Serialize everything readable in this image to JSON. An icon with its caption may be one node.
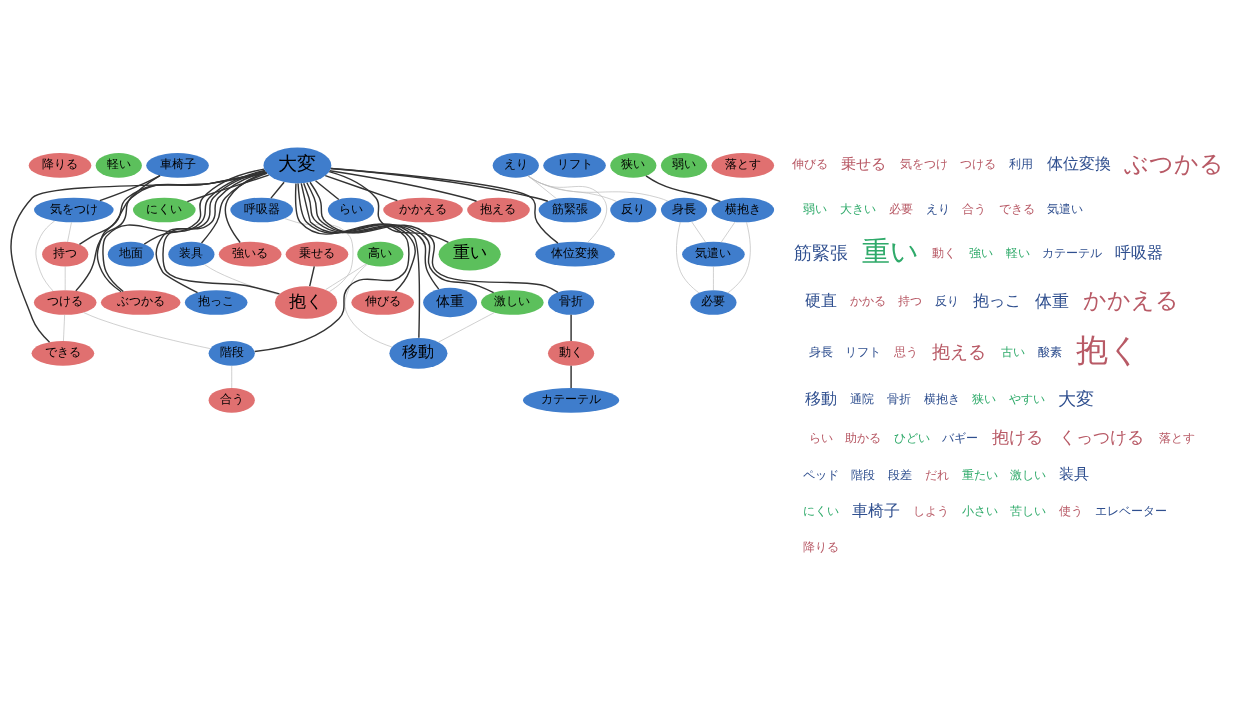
{
  "diagram": {
    "nodes": [
      {
        "text": [
          "落とす"
        ]
      },
      {
        "text": [
          "乗せる"
        ]
      },
      {
        "text": [
          "移動"
        ]
      },
      {
        "text": [
          "にくい"
        ]
      },
      {
        "text": [
          "激しい"
        ]
      },
      {
        "text": [
          "弱い"
        ]
      },
      {
        "text": [
          "高い"
        ]
      },
      {
        "text": [
          "地面"
        ]
      },
      {
        "text": [
          "抱っこ"
        ]
      },
      {
        "text": [
          "筋緊張"
        ]
      },
      {
        "text": [
          "抱く"
        ]
      },
      {
        "text": [
          "呼吸器"
        ]
      },
      {
        "text": [
          "強いる"
        ]
      },
      {
        "text": [
          "伸びる"
        ]
      },
      {
        "text": [
          "えり"
        ]
      },
      {
        "text": [
          "装具"
        ]
      },
      {
        "text": [
          "リフト"
        ]
      },
      {
        "text": [
          "大変"
        ]
      },
      {
        "text": [
          "ぶつかる"
        ]
      },
      {
        "text": [
          "らい"
        ]
      },
      {
        "text": [
          "体位変換"
        ]
      },
      {
        "text": [
          "反り"
        ]
      },
      {
        "text": [
          "車椅子"
        ]
      },
      {
        "text": [
          "体重"
        ]
      },
      {
        "text": [
          "かかえる"
        ]
      },
      {
        "text": [
          "気をつけ"
        ]
      },
      {
        "text": [
          "骨折"
        ]
      },
      {
        "text": [
          "重い"
        ]
      },
      {
        "text": [
          "狭い"
        ]
      },
      {
        "text": [
          "持つ"
        ]
      },
      {
        "text": [
          "抱える"
        ]
      },
      {
        "text": [
          "横抱き"
        ]
      },
      {
        "text": [
          "身長"
        ]
      },
      {
        "text": [
          "動く"
        ]
      },
      {
        "text": [
          "つける"
        ]
      },
      {
        "text": [
          "できる"
        ]
      },
      {
        "text": [
          "気遣い"
        ]
      },
      {
        "text": [
          "必要"
        ]
      },
      {
        "text": [
          "軽い"
        ]
      },
      {
        "text": [
          "階段"
        ]
      },
      {
        "text": [
          "合う"
        ]
      },
      {
        "text": [
          "カテーテル"
        ]
      },
      {
        "text": [
          "降りる"
        ]
      }
    ],
    "edges": [
      {
        "from": 17,
        "to": 10,
        "arrow": "none"
      },
      {
        "from": 17,
        "to": 2,
        "arrow": "none"
      },
      {
        "from": 17,
        "to": 4,
        "arrow": "none"
      },
      {
        "from": 17,
        "to": 3,
        "arrow": "none"
      },
      {
        "from": 17,
        "to": 7,
        "arrow": "none"
      },
      {
        "from": 17,
        "to": 8,
        "arrow": "none"
      },
      {
        "from": 17,
        "to": 9,
        "arrow": "none"
      },
      {
        "from": 17,
        "to": 12,
        "arrow": "none"
      },
      {
        "from": 17,
        "to": 13,
        "arrow": "none"
      },
      {
        "from": 17,
        "to": 11,
        "arrow": "none"
      },
      {
        "from": 17,
        "to": 15,
        "arrow": "none"
      },
      {
        "from": 17,
        "to": 18,
        "arrow": "none"
      },
      {
        "from": 17,
        "to": 19,
        "arrow": "none"
      },
      {
        "from": 17,
        "to": 20,
        "arrow": "none"
      },
      {
        "from": 17,
        "to": 23,
        "arrow": "none"
      },
      {
        "from": 17,
        "to": 24,
        "arrow": "none"
      },
      {
        "from": 17,
        "to": 27,
        "arrow": "none"
      },
      {
        "from": 17,
        "to": 26,
        "arrow": "none"
      },
      {
        "from": 17,
        "to": 30,
        "arrow": "none"
      },
      {
        "from": 17,
        "to": 29,
        "arrow": "none"
      },
      {
        "from": 17,
        "to": 34,
        "arrow": "none"
      },
      {
        "from": 17,
        "to": 35,
        "arrow": "none"
      },
      {
        "from": 17,
        "to": 39,
        "arrow": "none"
      },
      {
        "from": 1,
        "to": 10,
        "arrow": "none"
      },
      {
        "from": 22,
        "to": 25,
        "arrow": "none"
      },
      {
        "from": 22,
        "to": 18,
        "arrow": "none"
      },
      {
        "from": 28,
        "to": 31,
        "arrow": "none"
      },
      {
        "from": 26,
        "to": 33,
        "arrow": "none"
      },
      {
        "from": 33,
        "to": 41,
        "arrow": "none"
      },
      {
        "from": 14,
        "to": 9,
        "arrow": "none",
        "color": "#bbbbbb"
      },
      {
        "from": 14,
        "to": 20,
        "arrow": "none",
        "color": "#bbbbbb"
      },
      {
        "from": 14,
        "to": 21,
        "arrow": "none",
        "color": "#bbbbbb"
      },
      {
        "from": 14,
        "to": 32,
        "arrow": "none",
        "color": "#bbbbbb"
      },
      {
        "from": 31,
        "to": 36,
        "arrow": "none",
        "color": "#bbbbbb"
      },
      {
        "from": 31,
        "to": 37,
        "arrow": "none",
        "color": "#bbbbbb"
      },
      {
        "from": 36,
        "to": 37,
        "arrow": "none",
        "color": "#bbbbbb"
      },
      {
        "from": 32,
        "to": 37,
        "arrow": "none",
        "color": "#bbbbbb"
      },
      {
        "from": 32,
        "to": 36,
        "arrow": "none",
        "color": "#bbbbbb"
      },
      {
        "from": 39,
        "to": 40,
        "arrow": "none",
        "color": "#bbbbbb"
      },
      {
        "from": 34,
        "to": 35,
        "arrow": "none",
        "color": "#bbbbbb"
      },
      {
        "from": 34,
        "to": 39,
        "arrow": "none",
        "color": "#bbbbbb"
      },
      {
        "from": 29,
        "to": 34,
        "arrow": "none",
        "color": "#bbbbbb"
      },
      {
        "from": 25,
        "to": 29,
        "arrow": "none",
        "color": "#bbbbbb"
      },
      {
        "from": 25,
        "to": 34,
        "arrow": "none",
        "color": "#bbbbbb"
      },
      {
        "from": 15,
        "to": 10,
        "arrow": "none",
        "color": "#bbbbbb"
      },
      {
        "from": 11,
        "to": 10,
        "arrow": "none",
        "color": "#bbbbbb"
      },
      {
        "from": 6,
        "to": 10,
        "arrow": "none",
        "color": "#bbbbbb"
      },
      {
        "from": 6,
        "to": 2,
        "arrow": "none",
        "color": "#bbbbbb"
      },
      {
        "from": 4,
        "to": 2,
        "arrow": "none",
        "color": "#bbbbbb"
      }
    ],
    "labels": [
      "伸びる",
      "乗せる",
      "気をつけ",
      "つける",
      "利用",
      "体位変換",
      "ぶつかる",
      "弱い",
      "大きい",
      "必要",
      "えり",
      "合う",
      "できる",
      "気遣い",
      "筋緊張",
      "重い",
      "動く",
      "強い",
      "軽い",
      "カテーテル",
      "呼吸器",
      "硬直",
      "かかる",
      "持つ",
      "反り",
      "抱っこ",
      "体重",
      "かかえる",
      "身長",
      "リフト",
      "思う",
      "抱える",
      "古い",
      "酸素",
      "抱く",
      "移動",
      "通院",
      "骨折",
      "横抱き",
      "狭い",
      "やすい",
      "大変",
      "らい",
      "助かる",
      "ひどい",
      "バギー",
      "抱ける",
      "くっつける",
      "落とす",
      "ペッド",
      "階段",
      "段差",
      "だれ",
      "重たい",
      "激しい",
      "装具",
      "にくい",
      "車椅子",
      "しよう",
      "小さい",
      "苦しい",
      "使う",
      "エレベーター",
      "降りる"
    ]
  }
}
